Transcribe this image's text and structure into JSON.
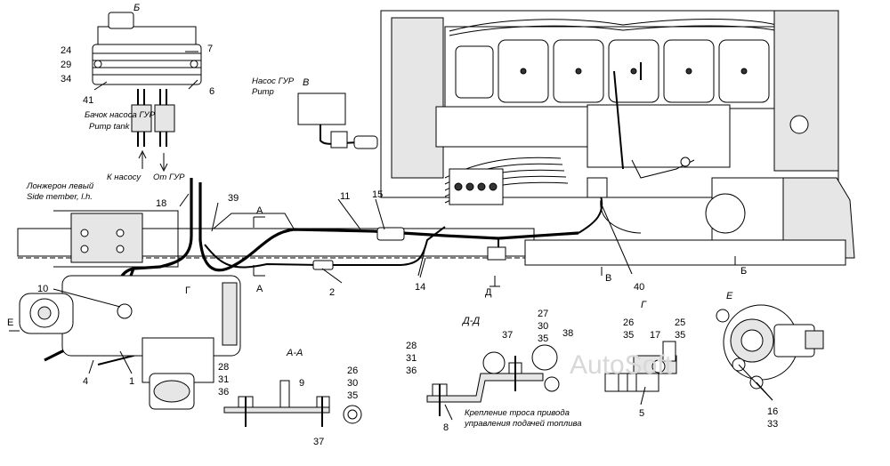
{
  "views": {
    "b": "Б",
    "v": "В",
    "aa": "А-А",
    "dd": "Д-Д",
    "g": "Г",
    "e": "Е"
  },
  "captions": {
    "tank_ru": "Бачок насоса ГУР",
    "tank_en": "Pump tank",
    "pump_ru": "Насос ГУР",
    "pump_en": "Pump",
    "to_pump": "К насосу",
    "from_pump": "От ГУР",
    "member_ru": "Лонжерон левый",
    "member_en": "Side member, l.h.",
    "cable_1": "Крепление троса привода",
    "cable_2": "управления подачей топлива"
  },
  "arrows": {
    "a": "А",
    "b": "Б",
    "v": "В",
    "d": "Д",
    "e": "Е",
    "g": "Г"
  },
  "labels": {
    "n24": "24",
    "n29": "29",
    "n34": "34",
    "n41": "41",
    "n7": "7",
    "n6": "6",
    "n18": "18",
    "n39": "39",
    "n11": "11",
    "n15": "15",
    "n10": "10",
    "n2": "2",
    "n14": "14",
    "n40": "40",
    "n4": "4",
    "n1": "1",
    "aa_28": "28",
    "aa_31": "31",
    "aa_36": "36",
    "aa_9": "9",
    "aa_26": "26",
    "aa_30": "30",
    "aa_35": "35",
    "aa_37": "37",
    "dd_28": "28",
    "dd_31": "31",
    "dd_36": "36",
    "dd_37": "37",
    "dd_27": "27",
    "dd_30": "30",
    "dd_35": "35",
    "dd_38": "38",
    "dd_8": "8",
    "g_26": "26",
    "g_35a": "35",
    "g_17": "17",
    "g_25": "25",
    "g_35b": "35",
    "g_5": "5",
    "e_16": "16",
    "e_33": "33"
  },
  "watermark": "AutoSoft"
}
